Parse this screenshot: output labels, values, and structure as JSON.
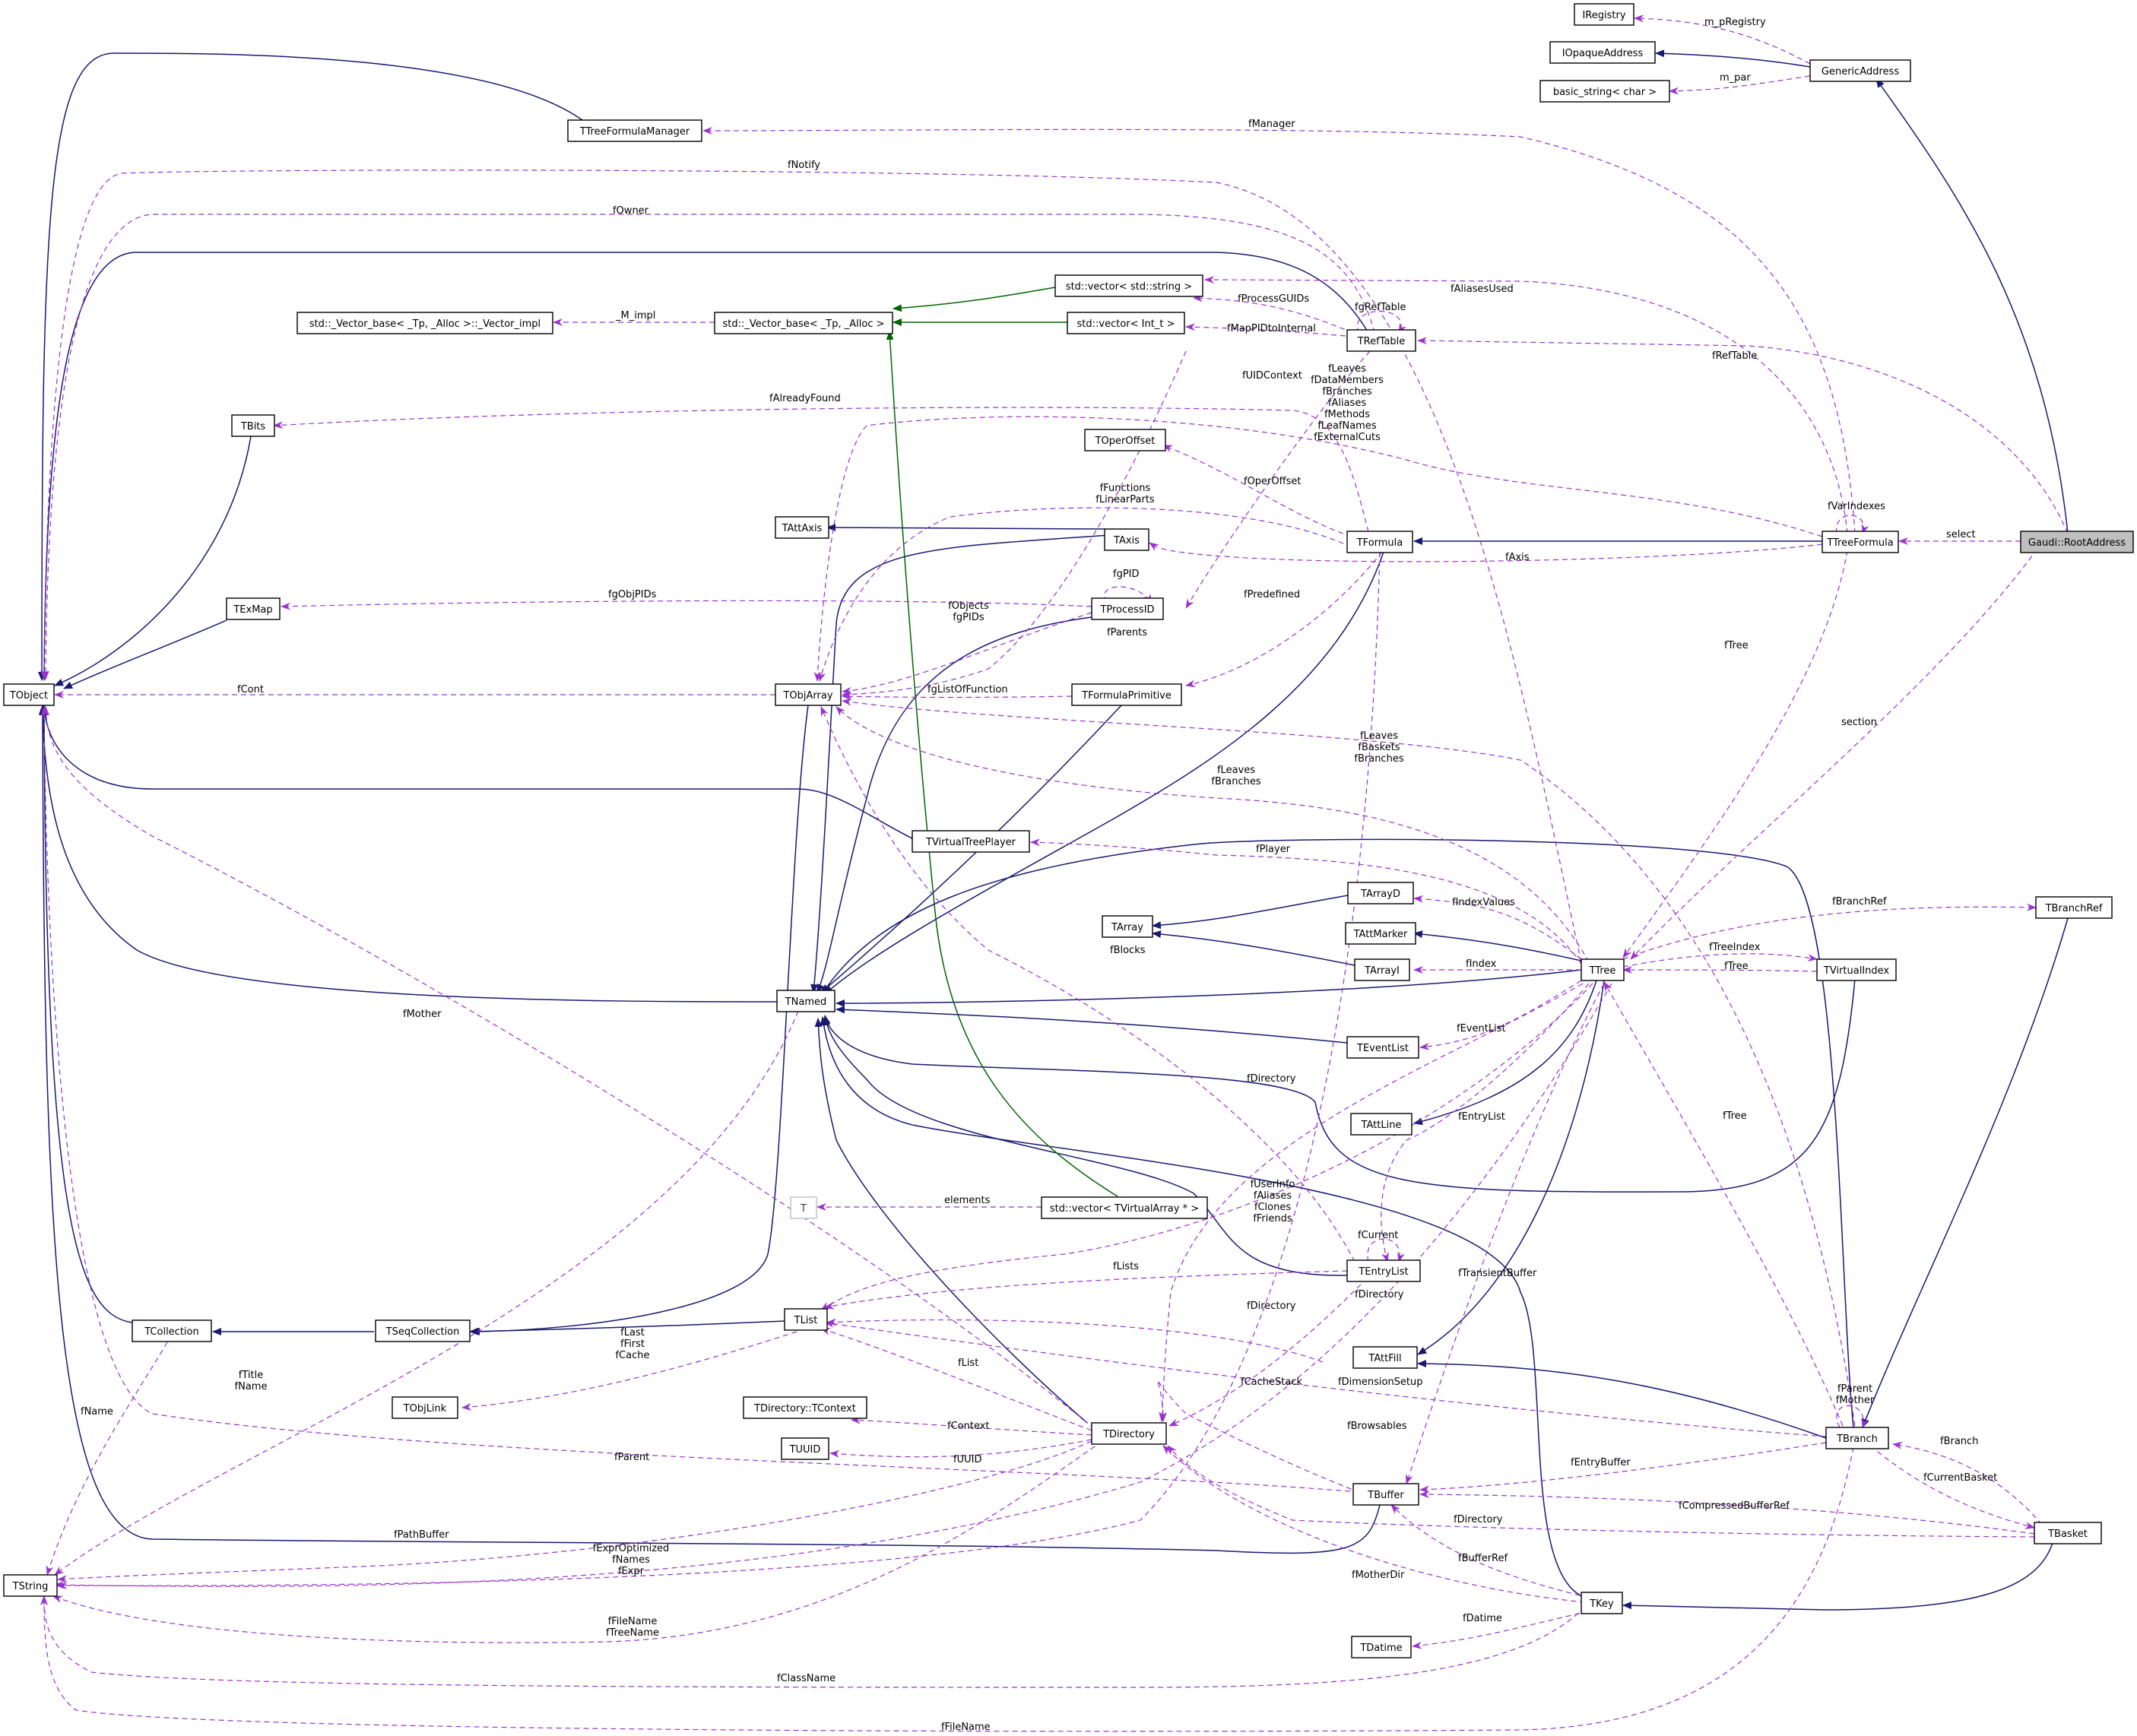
{
  "colors": {
    "inheritance": "#191970",
    "template": "#006400",
    "usage": "#9a32cd",
    "highlight_fill": "#bfbfbf",
    "ghost_border": "#bfbfbf"
  },
  "nodes": {
    "n_iregistry": "IRegistry",
    "n_iopaque": "IOpaqueAddress",
    "n_basicstring": "basic_string< char >",
    "n_generic": "GenericAddress",
    "n_tformulamgr": "TTreeFormulaManager",
    "n_vecstring": "std::vector< std::string >",
    "n_vecint": "std::vector< Int_t >",
    "n_vecbase": "std::_Vector_base< _Tp, _Alloc >",
    "n_vecimpl": "std::_Vector_base< _Tp, _Alloc >::_Vector_impl",
    "n_trefb": "TRefTable",
    "n_tbits": "TBits",
    "n_toperoffset": "TOperOffset",
    "n_tattaxis": "TAttAxis",
    "n_taxis": "TAxis",
    "n_tformula": "TFormula",
    "n_ttreeformula": "TTreeFormula",
    "n_gaudi": "Gaudi::RootAddress",
    "n_texmap": "TExMap",
    "n_tprocessid": "TProcessID",
    "n_tobject": "TObject",
    "n_tobjarray": "TObjArray",
    "n_tformprim": "TFormulaPrimitive",
    "n_tvtplayer": "TVirtualTreePlayer",
    "n_tarrayd": "TArrayD",
    "n_tarray": "TArray",
    "n_tattmarker": "TAttMarker",
    "n_tbranchref": "TBranchRef",
    "n_tarrayi": "TArrayI",
    "n_ttree": "TTree",
    "n_tvirtindex": "TVirtualIndex",
    "n_tnamed": "TNamed",
    "n_teventlist": "TEventList",
    "n_tattline": "TAttLine",
    "n_t": "T",
    "n_vecvirt": "std::vector< TVirtualArray * >",
    "n_tentrylist": "TEntryList",
    "n_tcollection": "TCollection",
    "n_tseqcoll": "TSeqCollection",
    "n_tlist": "TList",
    "n_tattfill": "TAttFill",
    "n_tobjlink": "TObjLink",
    "n_tdircontext": "TDirectory::TContext",
    "n_tdirectory": "TDirectory",
    "n_tbranch": "TBranch",
    "n_tuuid": "TUUID",
    "n_tbuffer": "TBuffer",
    "n_tbasket": "TBasket",
    "n_tstring": "TString",
    "n_tkey": "TKey",
    "n_tdatime": "TDatime"
  },
  "edge_labels": {
    "l_mpregistry": "m_pRegistry",
    "l_mpar": "m_par",
    "l_fmanager": "fManager",
    "l_fnotify": "fNotify",
    "l_fowner": "fOwner",
    "l_faliasesused": "fAliasesUsed",
    "l_fprocessguids": "fProcessGUIDs",
    "l_fgreftable": "fgRefTable",
    "l_mimpl": "_M_impl",
    "l_fmappidtointernal": "fMapPIDtoInternal",
    "l_freftable": "fRefTable",
    "l_fuidcontext": "fUIDContext",
    "l_fleavesmulti": "fLeaves\nfDataMembers\nfBranches\nfAliases\nfMethods\nfLeafNames\nfExternalCuts",
    "l_falreadyfound": "fAlreadyFound",
    "l_foperoffset": "fOperOffset",
    "l_ffunctions": "fFunctions\nfLinearParts",
    "l_fvarindexes": "fVarIndexes",
    "l_select": "select",
    "l_faxis": "fAxis",
    "l_fgpid": "fgPID",
    "l_fgobjpids": "fgObjPIDs",
    "l_fobjects": "fObjects\nfgPIDs",
    "l_fpredefined": "fPredefined",
    "l_fparents": "fParents",
    "l_fcont": "fCont",
    "l_fglistoffunction": "fgListOfFunction",
    "l_ftree1": "fTree",
    "l_section": "section",
    "l_fleavesbaskets": "fLeaves\nfBaskets\nfBranches",
    "l_fleavesbranches": "fLeaves\nfBranches",
    "l_fplayer": "fPlayer",
    "l_fbranchref": "fBranchRef",
    "l_findexvalues": "fIndexValues",
    "l_fblocks": "fBlocks",
    "l_ftreeindex": "fTreeIndex",
    "l_ftree2": "fTree",
    "l_findex": "fIndex",
    "l_fmother": "fMother",
    "l_feventlist": "fEventList",
    "l_fdirectory1": "fDirectory",
    "l_fentrylist": "fEntryList",
    "l_ftree3": "fTree",
    "l_fuserinfo": "fUserInfo\nfAliases\nfClones\nfFriends",
    "l_elements": "elements",
    "l_fcurrent": "fCurrent",
    "l_flists": "fLists",
    "l_ftransientbuffer": "fTransientBuffer",
    "l_fdirectory2": "fDirectory",
    "l_fdirectory3": "fDirectory",
    "l_flast": "fLast\nfFirst\nfCache",
    "l_ftitle": "fTitle\nfName",
    "l_fname": "fName",
    "l_fcachestack": "fCacheStack",
    "l_fdimensionsetup": "fDimensionSetup",
    "l_flist": "fList",
    "l_fparentmother": "fParent\nfMother",
    "l_fcontext": "fContext",
    "l_fbrowsables": "fBrowsables",
    "l_fbranch": "fBranch",
    "l_fentrybuffer": "fEntryBuffer",
    "l_fcurrentbasket": "fCurrentBasket",
    "l_fuuid": "fUUID",
    "l_fparent": "fParent",
    "l_fcompressedbufferref": "fCompressedBufferRef",
    "l_fpathbuffer": "fPathBuffer",
    "l_fdirectory4": "fDirectory",
    "l_fexpr": "fExprOptimized\nfNames\nfExpr",
    "l_fbufferref": "fBufferRef",
    "l_fmotherdir": "fMotherDir",
    "l_ffilename1": "fFileName\nfTreeName",
    "l_fdatime": "fDatime",
    "l_fclassname": "fClassName",
    "l_ffilename2": "fFileName"
  }
}
